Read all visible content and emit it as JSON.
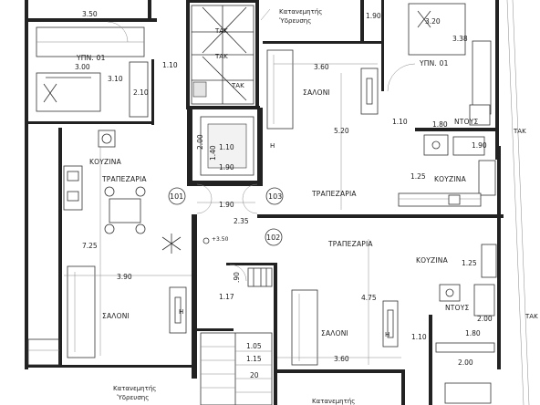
{
  "rooms": {
    "bedroom_top_left": "ΥΠΝ. 01",
    "bedroom_top_right": "ΥΠΝ. 01",
    "living_top_right": "ΣΑΛΟΝΙ",
    "shower_top": "ΝΤΟΥΣ",
    "kitchen_top_right": "ΚΟΥΖΙΝΑ",
    "dining_top_right": "ΤΡΑΠΕΖΑΡΙΑ",
    "kitchen_left": "ΚΟΥΖΙΝΑ",
    "dining_left": "ΤΡΑΠΕΖΑΡΙΑ",
    "living_left": "ΣΑΛΟΝΙ",
    "dining_bottom_right": "ΤΡΑΠΕΖΑΡΙΑ",
    "kitchen_bottom_right": "ΚΟΥΖΙΝΑ",
    "shower_bottom": "ΝΤΟΥΣ",
    "living_bottom_right": "ΣΑΛΟΝΙ"
  },
  "labels": {
    "distributor_top": [
      "Κατανεμητής",
      "Ύδρευσης"
    ],
    "distributor_bottom_left": [
      "Κατανεμητής",
      "Ύδρευσης"
    ],
    "distributor_bottom_right": "Κατανεμητής",
    "tak_1": "ΤΑΚ",
    "tak_2": "ΤΑΚ",
    "tak_3": "ΤΑΚ",
    "tak_right_1": "ΤΑΚ",
    "tak_right_2": "ΤΑΚ",
    "elevator_h": "Η",
    "living_h": "Η",
    "living_bottom_h": "Η",
    "apt_101": "101",
    "apt_102": "102",
    "apt_103": "103",
    "level": "+3.50"
  },
  "dimensions": {
    "d1": "3.50",
    "d2": "1.90",
    "d3": "3.20",
    "d4": "3.38",
    "d5": "3.00",
    "d6": "3.10",
    "d7": "2.10",
    "d8": "1.10",
    "d9": "3.60",
    "d10": "5.20",
    "d11": "1.10",
    "d12": "1.80",
    "d13": "1.90",
    "d14": "2.00",
    "d15": "1.40",
    "d16": "1.10",
    "d17": "1.90",
    "d18": "1.25",
    "d19": "1.90",
    "d20": "2.35",
    "d21": "7.25",
    "d22": "3.90",
    "d23": "4.75",
    "d24": "1.25",
    "d25": ".90",
    "d26": "1.17",
    "d27": "2.00",
    "d28": "1.10",
    "d29": "1.80",
    "d30": "1.05",
    "d31": "1.15",
    "d32": "20",
    "d33": "3.60",
    "d34": "2.00"
  }
}
